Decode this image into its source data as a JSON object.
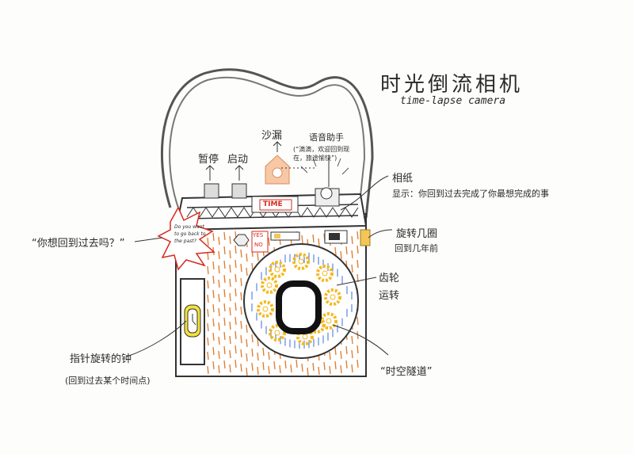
{
  "title": "时光倒流相机",
  "subtitle": "time-lapse camera",
  "labels": {
    "pause": "暂停",
    "start": "启动",
    "hourglass": "沙漏",
    "voice_title": "语音助手",
    "voice_text": "(“滴滴，欢迎回到现在，旅途愉快”)",
    "photo_title": "相纸",
    "photo_text": "显示：你回到过去完成了你最想完成的事",
    "rotate_title": "旋转几圈",
    "rotate_text": "回到几年前",
    "ask": "“你想回到过去吗？”",
    "gear": "齿轮",
    "gear2": "运转",
    "tunnel": "“时空隧道”",
    "clock_title": "指针旋转的钟",
    "clock_text": "(回到过去某个时间点)"
  },
  "camera": {
    "time_label": "TIME",
    "yes": "YES",
    "no": "NO",
    "bubble": "Do you want to go back to the past?"
  },
  "colors": {
    "wood": "#e07a2a",
    "gear": "#f5b81e",
    "lens_blue": "#3a6fd8",
    "red": "#d62a1e"
  }
}
